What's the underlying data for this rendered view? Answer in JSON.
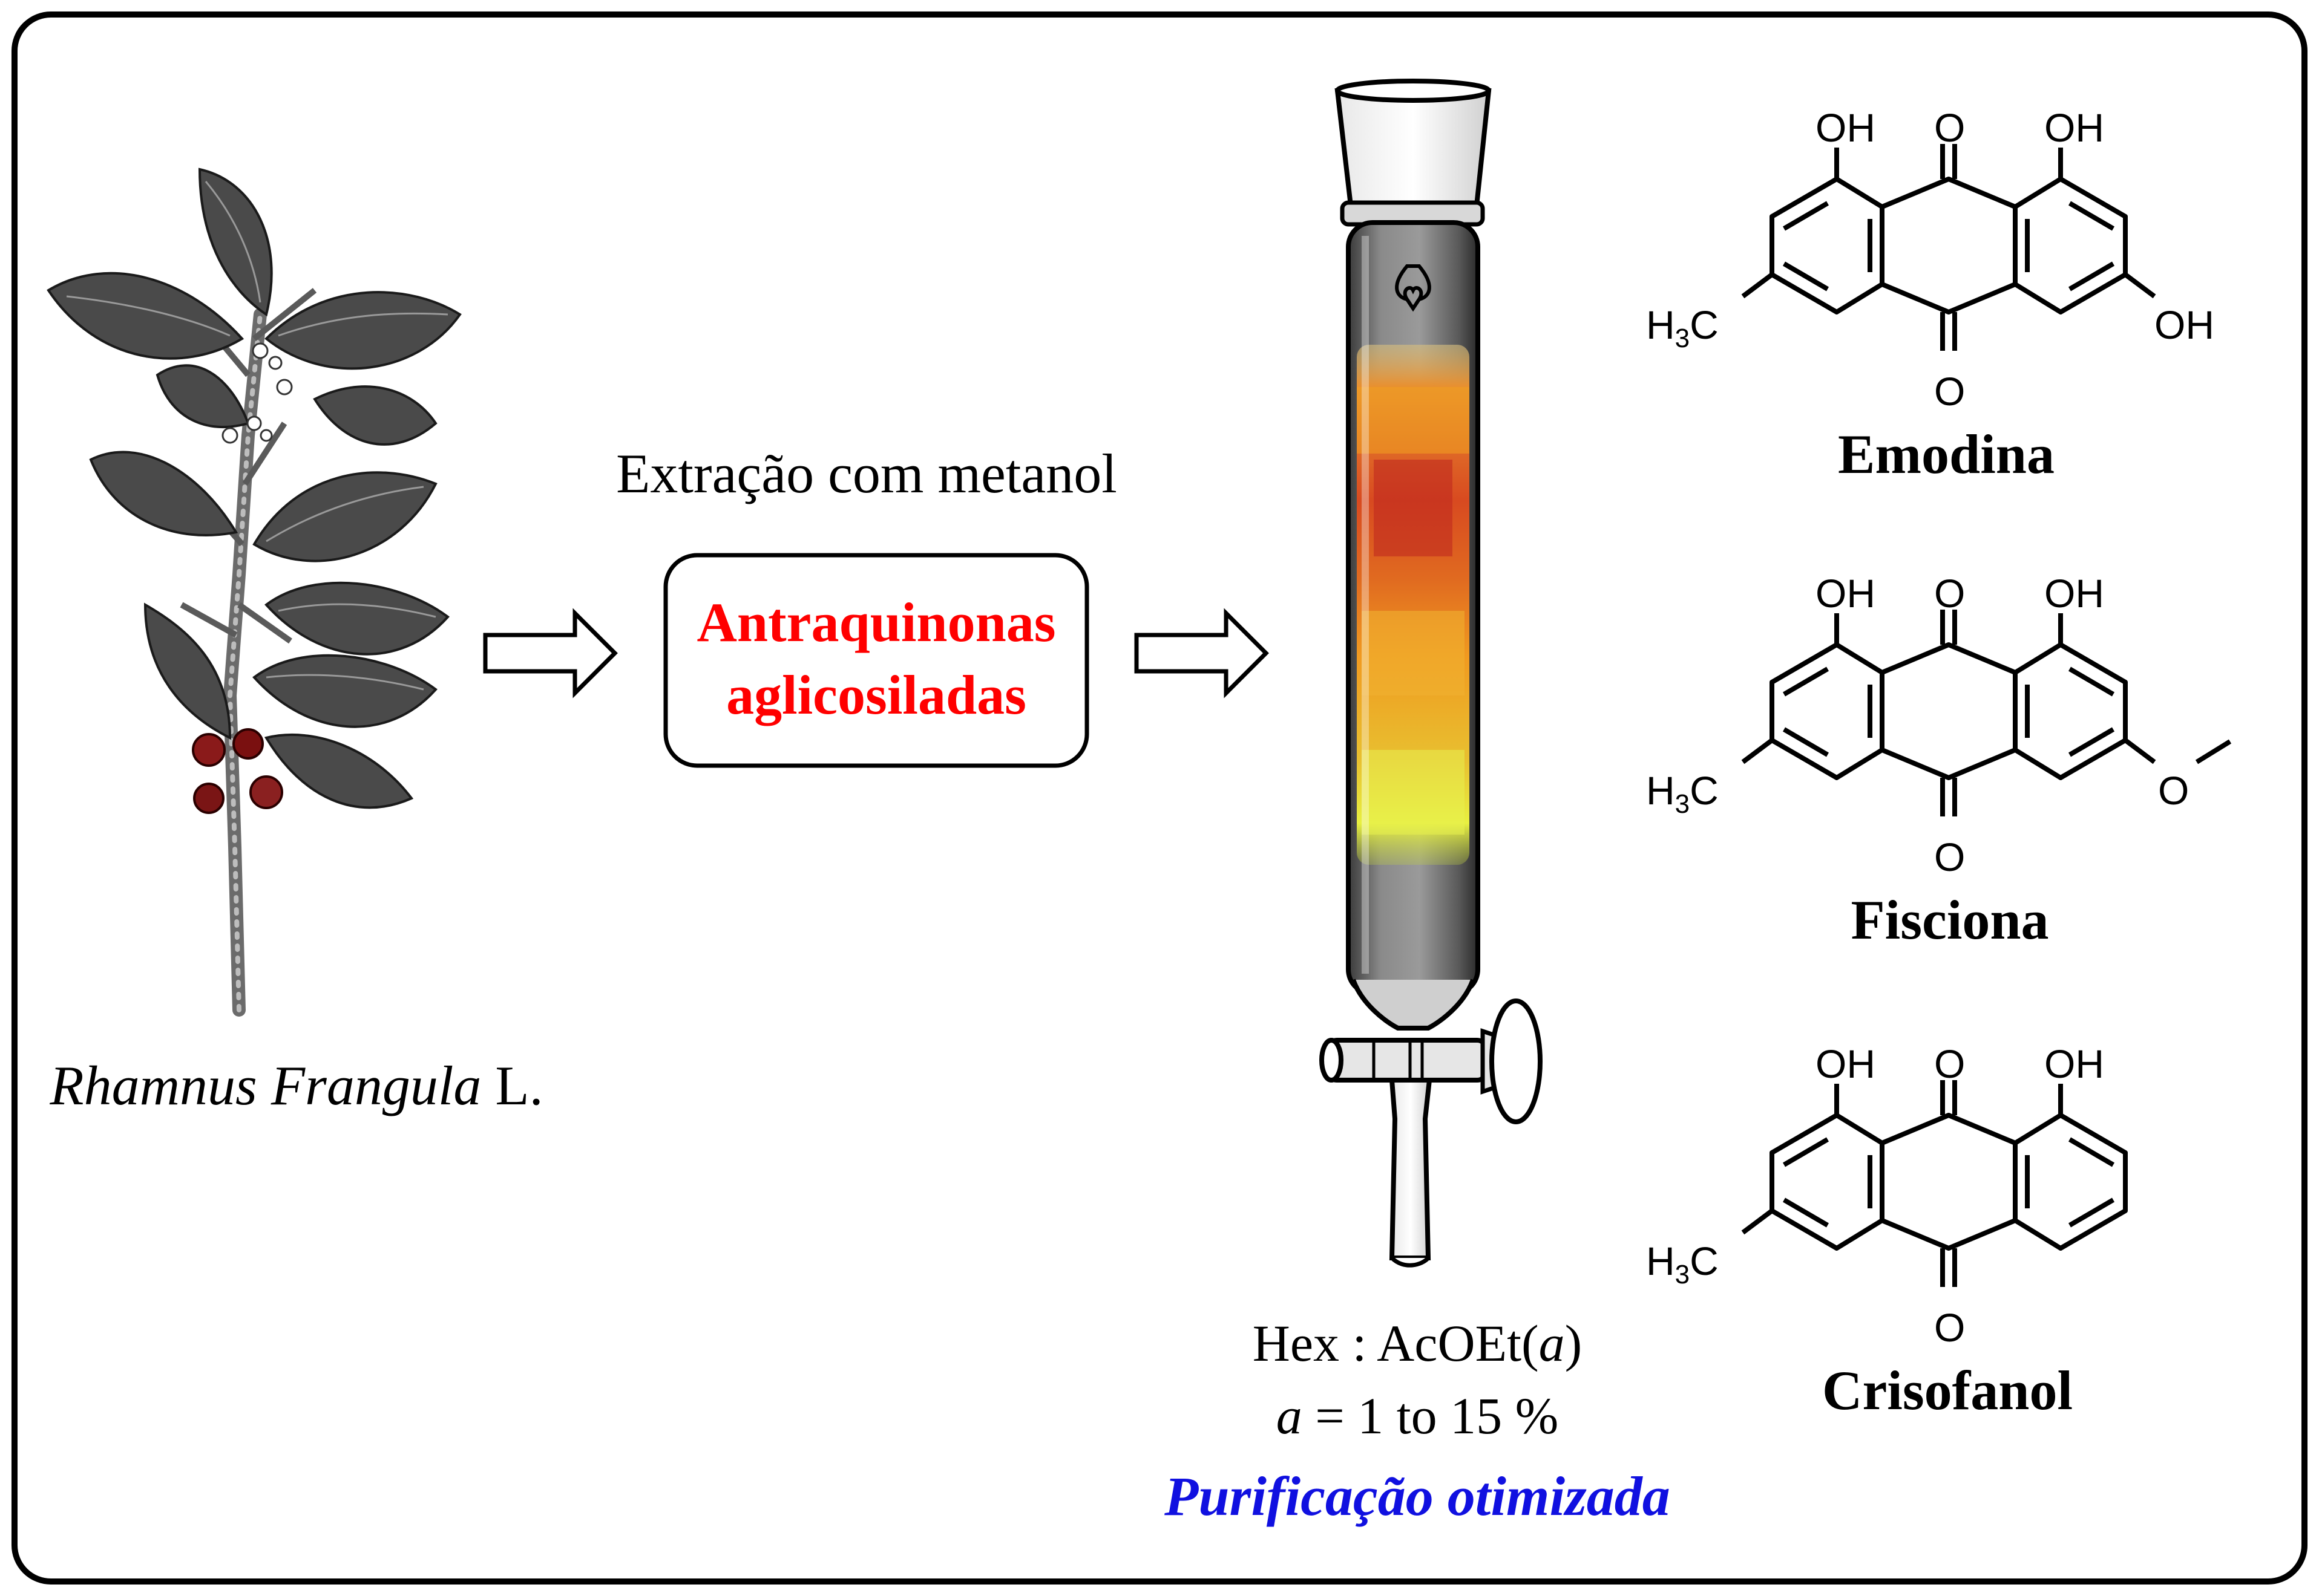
{
  "plant": {
    "name_italic": "Rhamnus Frangula",
    "name_suffix": " L."
  },
  "step1": {
    "label": "Extração com metanol"
  },
  "box": {
    "line1": "Antraquinonas",
    "line2": "aglicosiladas"
  },
  "column": {
    "eluent_line1_pre": "Hex : AcOEt(",
    "eluent_line1_var": "a",
    "eluent_line1_post": ")",
    "eluent_line2_var": "a",
    "eluent_line2_post": " = 1 to 15 %",
    "caption": "Purificação otimizada"
  },
  "compounds": [
    {
      "name": "Emodina",
      "substituents": [
        "OH",
        "O",
        "OH",
        "H3C",
        "OH",
        "O"
      ]
    },
    {
      "name": "Fisciona",
      "substituents": [
        "OH",
        "O",
        "OH",
        "H3C",
        "O",
        "O"
      ]
    },
    {
      "name": "Crisofanol",
      "substituents": [
        "OH",
        "O",
        "OH",
        "H3C",
        "O"
      ]
    }
  ],
  "colors": {
    "highlight_red": "#ff0000",
    "highlight_blue": "#1010e0",
    "frame": "#000000"
  }
}
